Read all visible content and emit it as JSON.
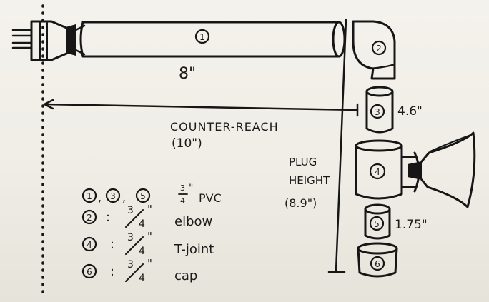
{
  "parts": {
    "p1": {
      "id": "1",
      "length": "8\""
    },
    "p2": {
      "id": "2"
    },
    "p3": {
      "id": "3",
      "length": "4.6\""
    },
    "p4": {
      "id": "4"
    },
    "p5": {
      "id": "5",
      "length": "1.75\""
    },
    "p6": {
      "id": "6"
    }
  },
  "dimensions": {
    "counter_reach": {
      "label": "COUNTER-REACH",
      "value": "(10\")"
    },
    "plug_height": {
      "line1": "PLUG",
      "line2": "HEIGHT",
      "value": "(8.9\")"
    }
  },
  "legend": {
    "rows": [
      {
        "ids": [
          "1",
          "3",
          "5"
        ],
        "separator": ",",
        "fraction_num": "3",
        "fraction_den": "4",
        "unit": "\"",
        "desc": "PVC"
      },
      {
        "ids": [
          "2"
        ],
        "separator": ":",
        "fraction_num": "3",
        "fraction_den": "4",
        "unit": "\"",
        "desc": "elbow"
      },
      {
        "ids": [
          "4"
        ],
        "separator": ":",
        "fraction_num": "3",
        "fraction_den": "4",
        "unit": "\"",
        "desc": "T-joint"
      },
      {
        "ids": [
          "6"
        ],
        "separator": ":",
        "fraction_num": "3",
        "fraction_den": "4",
        "unit": "\"",
        "desc": "cap"
      }
    ]
  },
  "colors": {
    "paper": "#f1efe8",
    "ink": "#161616"
  }
}
